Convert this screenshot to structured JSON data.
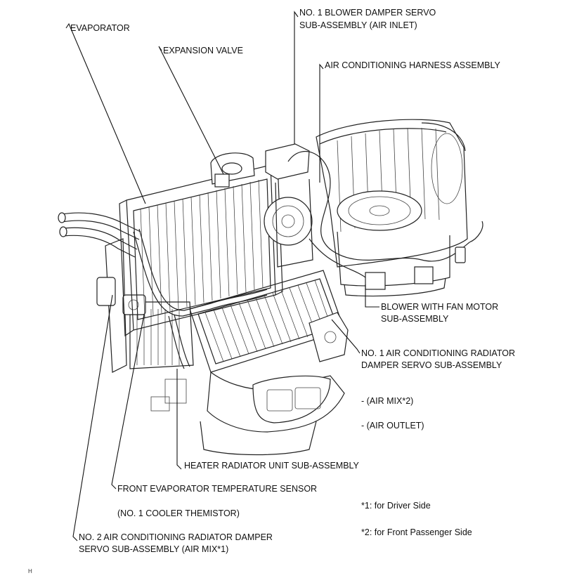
{
  "labels": {
    "evaporator": "EVAPORATOR",
    "expansion_valve": "EXPANSION VALVE",
    "blower_damper_servo_l1": "NO. 1 BLOWER DAMPER SERVO",
    "blower_damper_servo_l2": "SUB-ASSEMBLY (AIR INLET)",
    "ac_harness": "AIR CONDITIONING HARNESS ASSEMBLY",
    "blower_fan_motor_l1": "BLOWER WITH FAN MOTOR",
    "blower_fan_motor_l2": "SUB-ASSEMBLY",
    "no1_radiator_damper_l1": "NO. 1 AIR CONDITIONING RADIATOR",
    "no1_radiator_damper_l2": "DAMPER SERVO SUB-ASSEMBLY",
    "air_mix_2": "- (AIR MIX*2)",
    "air_outlet": "- (AIR OUTLET)",
    "heater_radiator": "HEATER RADIATOR UNIT SUB-ASSEMBLY",
    "front_evap_sensor": "FRONT EVAPORATOR TEMPERATURE SENSOR",
    "cooler_themistor": "(NO. 1 COOLER THEMISTOR)",
    "no2_radiator_damper_l1": "NO. 2 AIR CONDITIONING RADIATOR DAMPER",
    "no2_radiator_damper_l2": "SERVO SUB-ASSEMBLY (AIR MIX*1)"
  },
  "notes": {
    "driver_side": "*1: for Driver Side",
    "passenger_side": "*2: for Front Passenger Side"
  },
  "corner_mark": "H"
}
